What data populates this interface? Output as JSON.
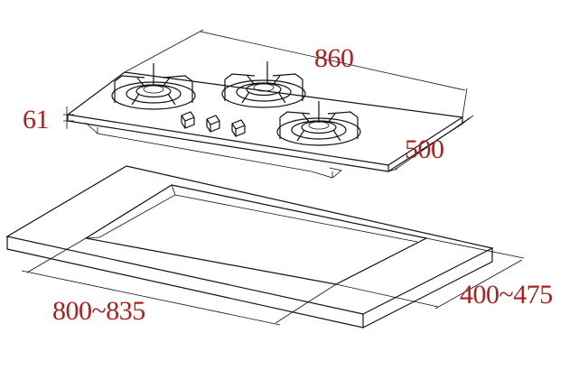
{
  "colors": {
    "dimension_text": "#b01e1e",
    "line": "#111111",
    "background": "#ffffff"
  },
  "dimensions": {
    "width": "860",
    "depth": "500",
    "height": "61",
    "cutout_width": "800~835",
    "cutout_depth": "400~475"
  }
}
